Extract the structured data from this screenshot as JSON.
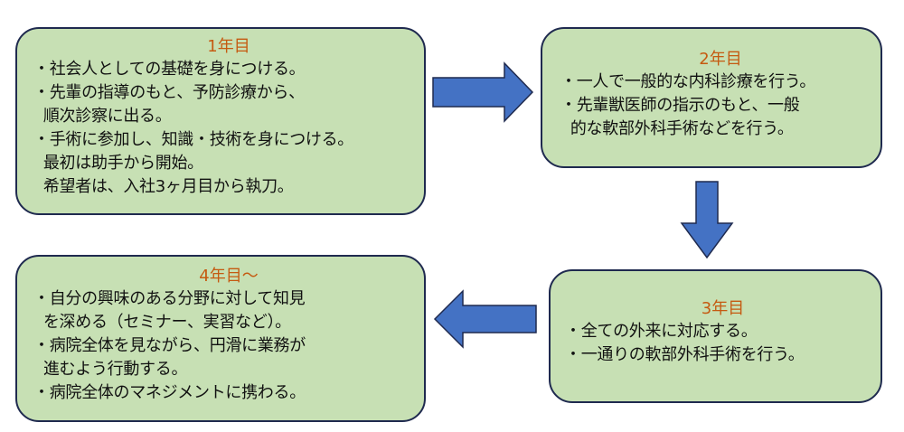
{
  "colors": {
    "box_fill": "#c7e0b4",
    "box_border": "#1f2a4f",
    "title_color": "#c55a11",
    "arrow_fill": "#4472c4",
    "arrow_border": "#1f2a4f"
  },
  "stages": [
    {
      "title": "1年目",
      "lines": [
        "・社会人としての基礎を身につける。",
        "・先輩の指導のもと、予防診療から、",
        "  順次診察に出る。",
        "・手術に参加し、知識・技術を身につける。",
        "  最初は助手から開始。",
        "  希望者は、入社3ヶ月目から執刀。"
      ]
    },
    {
      "title": "2年目",
      "lines": [
        "・一人で一般的な内科診療を行う。",
        "・先輩獣医師の指示のもと、一般",
        "  的な軟部外科手術などを行う。"
      ]
    },
    {
      "title": "3年目",
      "lines": [
        "・全ての外来に対応する。",
        "・一通りの軟部外科手術を行う。"
      ]
    },
    {
      "title": "4年目～",
      "lines": [
        "・自分の興味のある分野に対して知見",
        "  を深める（セミナー、実習など）。",
        "・病院全体を見ながら、円滑に業務が",
        "  進むよう行動する。",
        "・病院全体のマネジメントに携わる。"
      ]
    }
  ],
  "arrows": [
    {
      "from": "1年目",
      "to": "2年目",
      "direction": "right"
    },
    {
      "from": "2年目",
      "to": "3年目",
      "direction": "down"
    },
    {
      "from": "3年目",
      "to": "4年目～",
      "direction": "left"
    }
  ]
}
